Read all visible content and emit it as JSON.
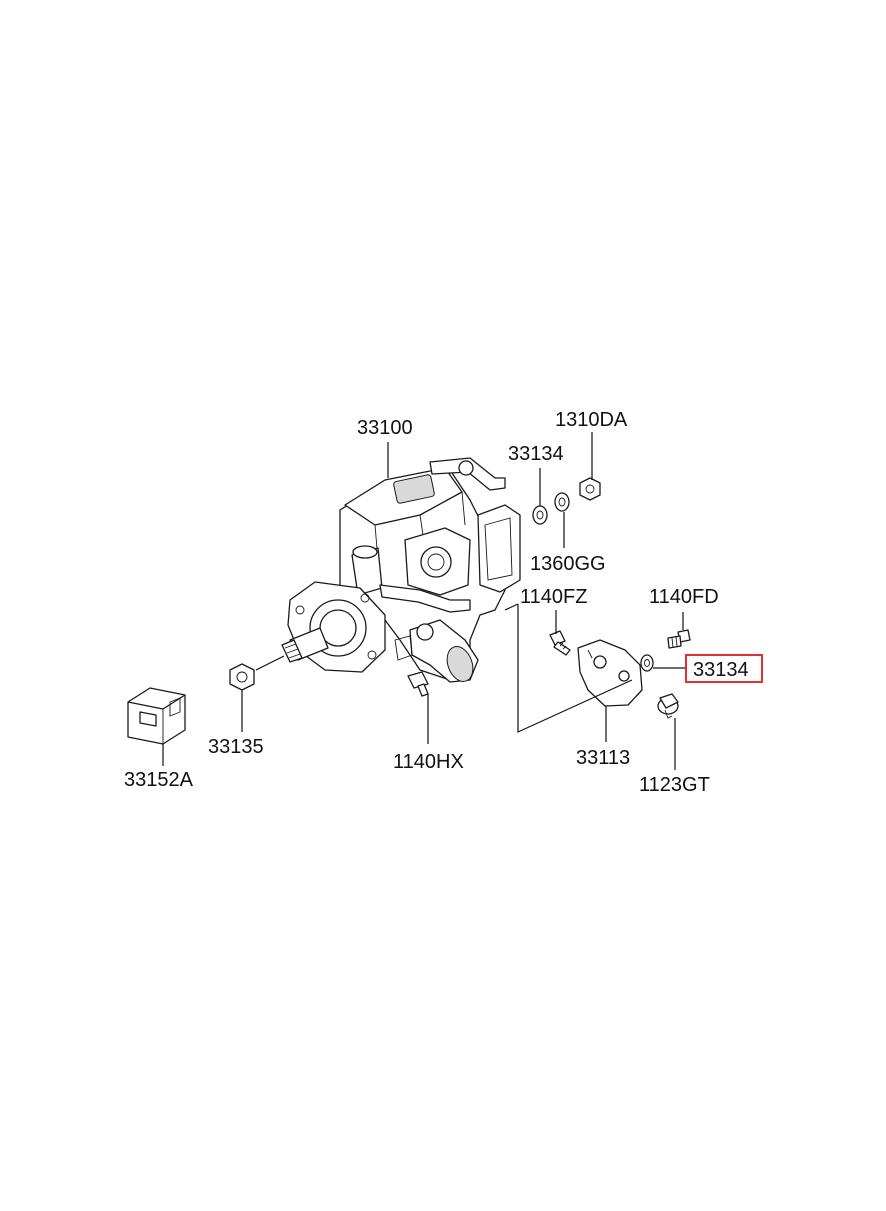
{
  "diagram": {
    "labels": {
      "pump": "33100",
      "washer_top": "33134",
      "nut_top": "1310DA",
      "washer_mid": "1360GG",
      "bolt_fz": "1140FZ",
      "bolt_fd": "1140FD",
      "washer_highlighted": "33134",
      "nut_shaft": "33135",
      "bolt_hx": "1140HX",
      "bracket": "33113",
      "bolt_gt": "1123GT",
      "block": "33152A"
    },
    "highlight_color": "#e0312f"
  }
}
